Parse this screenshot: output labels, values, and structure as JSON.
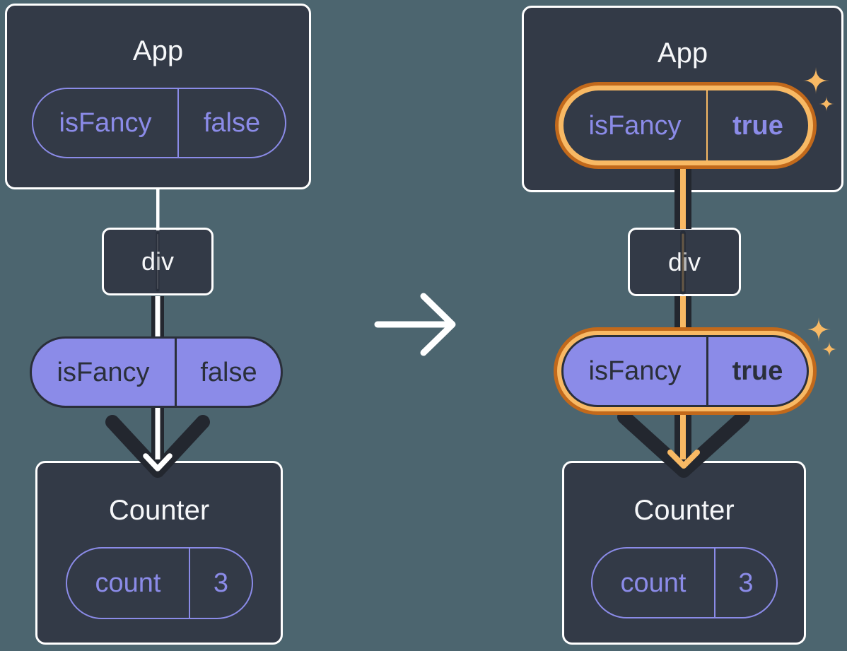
{
  "colors": {
    "background": "#4C656F",
    "card": "#333A47",
    "card_border": "#FFFFFF",
    "purple": "#8B8BE8",
    "dark": "#23272F",
    "dark_text": "#2A2F3A",
    "orange_light": "#F8B964",
    "orange_dark": "#C2691B",
    "title_text": "#F6F7F9"
  },
  "left_tree": {
    "app_card": {
      "title": "App",
      "prop_pill": {
        "key": "isFancy",
        "value": "false"
      }
    },
    "div_node": {
      "label": "div"
    },
    "passed_prop_pill": {
      "key": "isFancy",
      "value": "false"
    },
    "counter_card": {
      "title": "Counter",
      "state_pill": {
        "key": "count",
        "value": "3"
      }
    }
  },
  "right_tree": {
    "app_card": {
      "title": "App",
      "prop_pill": {
        "key": "isFancy",
        "value": "true"
      }
    },
    "div_node": {
      "label": "div"
    },
    "passed_prop_pill": {
      "key": "isFancy",
      "value": "true"
    },
    "counter_card": {
      "title": "Counter",
      "state_pill": {
        "key": "count",
        "value": "3"
      }
    }
  }
}
